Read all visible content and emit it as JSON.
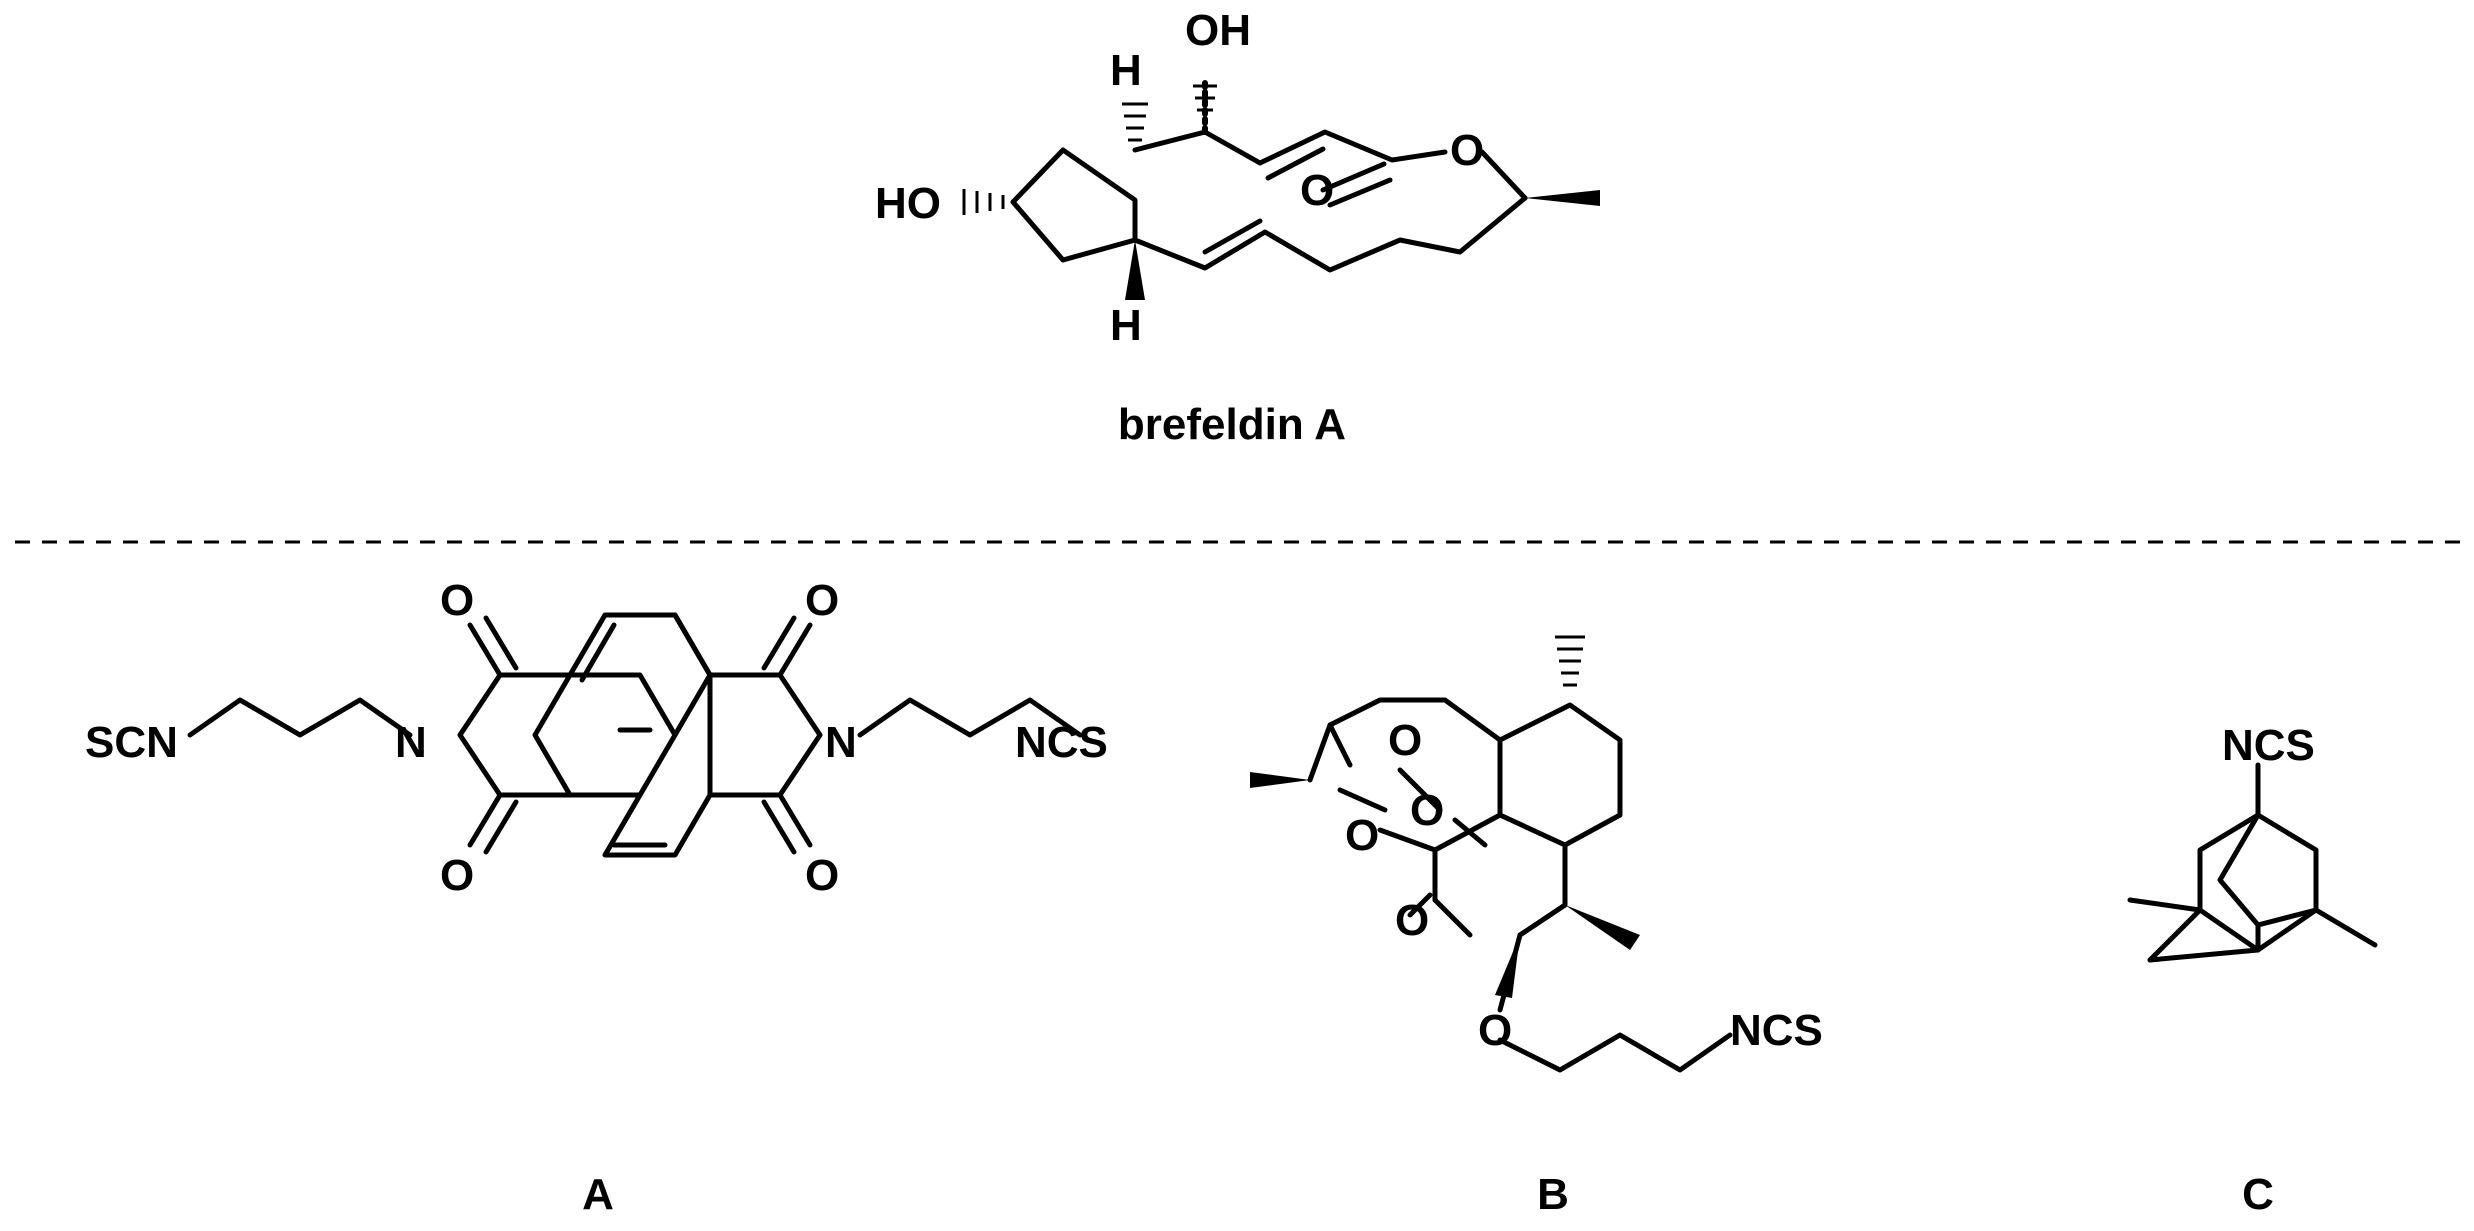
{
  "captions": {
    "brefeldin": "brefeldin A",
    "compound_a": "A",
    "compound_b": "B",
    "compound_c": "C"
  },
  "labels": {
    "oh_top": "OH",
    "ho_left": "HO",
    "h_top": "H",
    "h_bottom": "H",
    "o_ring": "O",
    "o_carbonyl": "O",
    "a_scn": "SCN",
    "a_ncs": "NCS",
    "a_n_left": "N",
    "a_n_right": "N",
    "a_o": "O",
    "b_ncs": "NCS",
    "b_o": "O",
    "c_ncs": "NCS"
  }
}
